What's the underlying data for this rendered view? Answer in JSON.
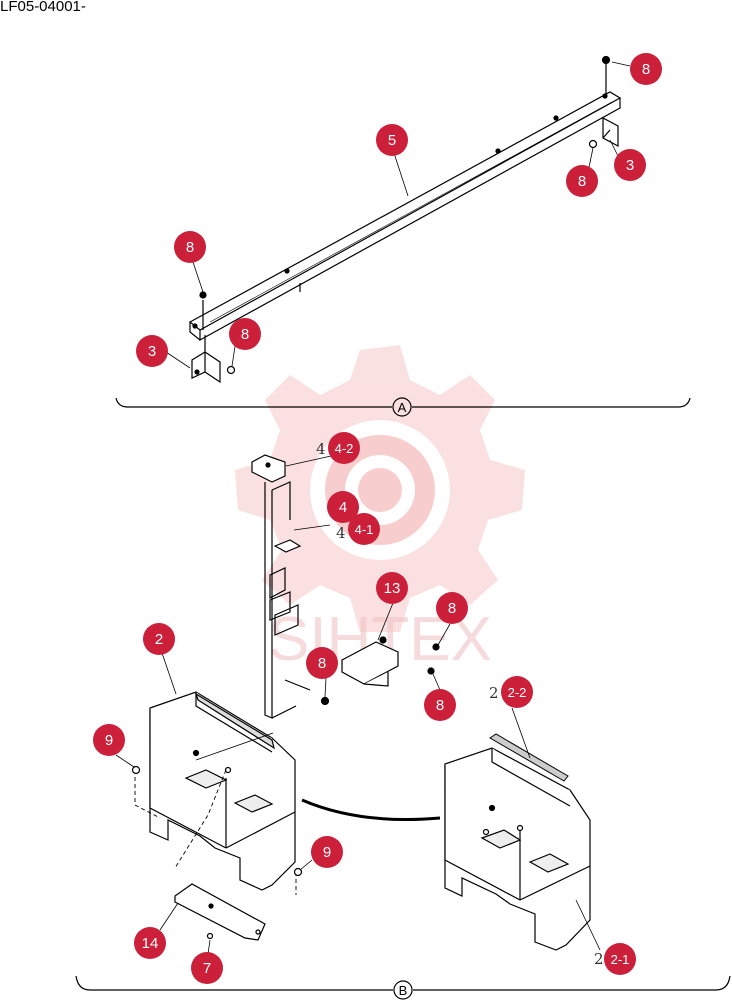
{
  "doc_code": "LF05-04001-",
  "watermark": {
    "text": "SIHTEX",
    "color": "#f0b8b8"
  },
  "callout_color": "#cc1f3a",
  "sections": {
    "A": "A",
    "B": "B"
  },
  "callouts": {
    "c8a": "8",
    "c3a": "3",
    "c8b": "8",
    "c5": "5",
    "c8c": "8",
    "c3b": "3",
    "c8d": "8",
    "c42": "4-2",
    "c4": "4",
    "c41": "4-1",
    "c13": "13",
    "c8e": "8",
    "c8f": "8",
    "c8g": "8",
    "c2": "2",
    "c9a": "9",
    "c9b": "9",
    "c14": "14",
    "c7": "7",
    "c22": "2-2",
    "c21": "2-1"
  },
  "ghost_labels": {
    "g42": "4",
    "g41": "4",
    "g22": "2",
    "g21": "2"
  }
}
